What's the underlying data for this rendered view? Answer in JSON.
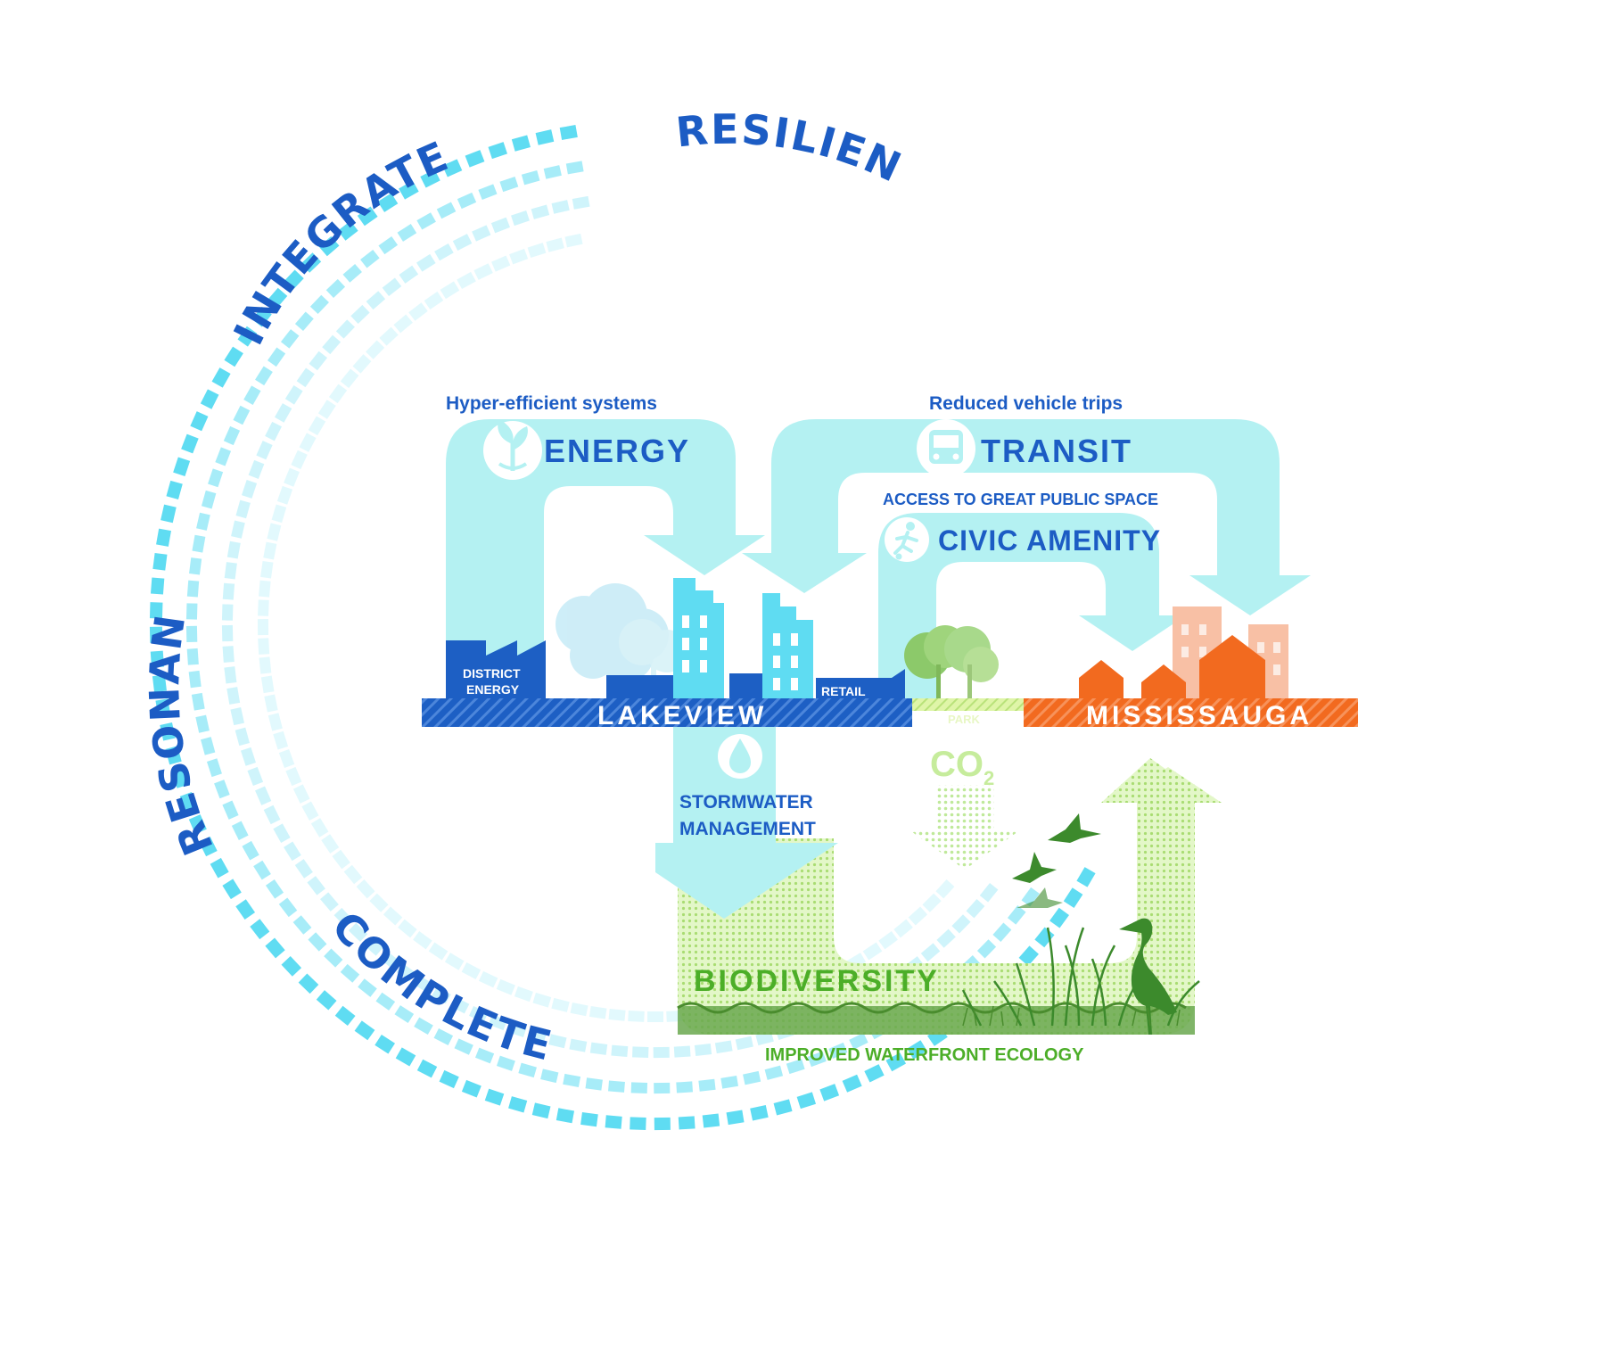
{
  "ring_words": {
    "resilient": "RESILIENT",
    "integrated": "INTEGRATED",
    "resonant": "RESONANT",
    "complete": "COMPLETE"
  },
  "energy": {
    "caption": "Hyper-efficient systems",
    "title": "ENERGY",
    "icon": "leaf-icon"
  },
  "transit": {
    "caption": "Reduced vehicle trips",
    "title": "TRANSIT",
    "icon": "bus-icon"
  },
  "civic": {
    "caption": "ACCESS TO GREAT PUBLIC SPACE",
    "title": "CIVIC AMENITY",
    "icon": "soccer-player-icon"
  },
  "district_energy": {
    "line1": "DISTRICT",
    "line2": "ENERGY"
  },
  "retail": "RETAIL",
  "park": "PARK",
  "lakeview": "LAKEVIEW",
  "mississauga": "MISSISSAUGA",
  "stormwater": {
    "line1": "STORMWATER",
    "line2": "MANAGEMENT",
    "icon": "water-drop-icon"
  },
  "co2": {
    "main": "CO",
    "sub": "2"
  },
  "biodiversity": {
    "title": "BIODIVERSITY",
    "caption": "IMPROVED WATERFRONT ECOLOGY"
  },
  "colors": {
    "ring": "#5fdcf2",
    "flow": "#b4f1f2",
    "blue_text": "#1c5cc4",
    "lakeview_band": "#1d5fc4",
    "mississauga_band": "#f26a1f",
    "green": "#4cae28"
  }
}
